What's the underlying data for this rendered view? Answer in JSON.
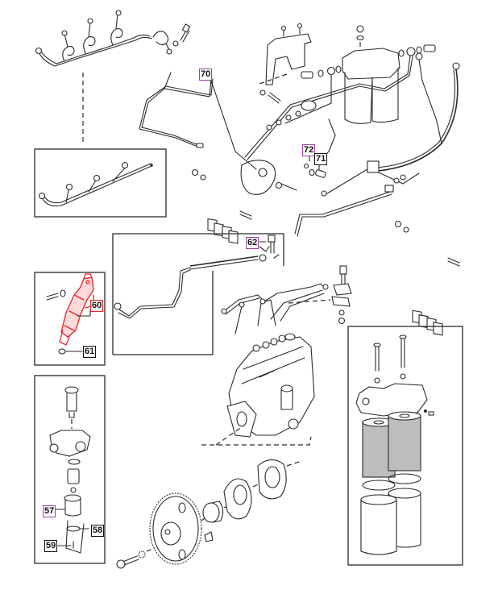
{
  "diagram": {
    "type": "exploded-parts-diagram",
    "subject": "Diesel fuel injection system",
    "colors": {
      "line_art": "#2a2a2a",
      "callout_border_default": "#111111",
      "callout_border_highlight_purple": "#9b3fa0",
      "callout_border_highlight_red": "#e0262a",
      "highlighted_part": "#e0262a"
    },
    "callouts": [
      {
        "id": "70",
        "style": "purple",
        "part": "injector leak-off / fuel return pipe"
      },
      {
        "id": "72",
        "style": "purple",
        "part": "sealing washer"
      },
      {
        "id": "71",
        "style": "black",
        "part": "banjo bolt"
      },
      {
        "id": "62",
        "style": "purple",
        "part": "clamp bolt"
      },
      {
        "id": "60",
        "style": "red",
        "part": "fuel injector (highlighted)"
      },
      {
        "id": "61",
        "style": "black",
        "part": "injector seat washer"
      },
      {
        "id": "57",
        "style": "purple",
        "part": "lift pump sediment bowl"
      },
      {
        "id": "58",
        "style": "black",
        "part": "bowl gasket"
      },
      {
        "id": "59",
        "style": "black",
        "part": "bowl retaining clip"
      }
    ],
    "groups": [
      {
        "name": "injector-leak-off-pipe",
        "description": "Leak-off pipe with coiled injector connections, bolt and washer"
      },
      {
        "name": "leak-off-pipe-inset",
        "description": "Boxed alternate leak-off pipe"
      },
      {
        "name": "fuel-filter-assembly",
        "description": "Twin fuel filter head, bowls, bracket and banjo fittings"
      },
      {
        "name": "fuel-lines",
        "description": "Braided flexible hose, rigid lines, tee connector"
      },
      {
        "name": "injector-inset",
        "description": "Boxed injector with clamp bolt and washer"
      },
      {
        "name": "lift-pump-inset",
        "description": "Boxed hand primer, lift pump body, bowl, gasket and clip"
      },
      {
        "name": "injection-pump",
        "description": "Inline injection pump with four high-pressure pipes"
      },
      {
        "name": "drive-gear-assembly",
        "description": "Pump drive gear, hub, adaptor plates, bolt and lockwasher"
      },
      {
        "name": "filter-element-inset",
        "description": "Boxed twin filter head, through-bolts, mesh elements, seals and bowls"
      },
      {
        "name": "mounting-bracket-kits",
        "description": "Spacer plate stacks with nut, washer and bolt"
      }
    ]
  }
}
